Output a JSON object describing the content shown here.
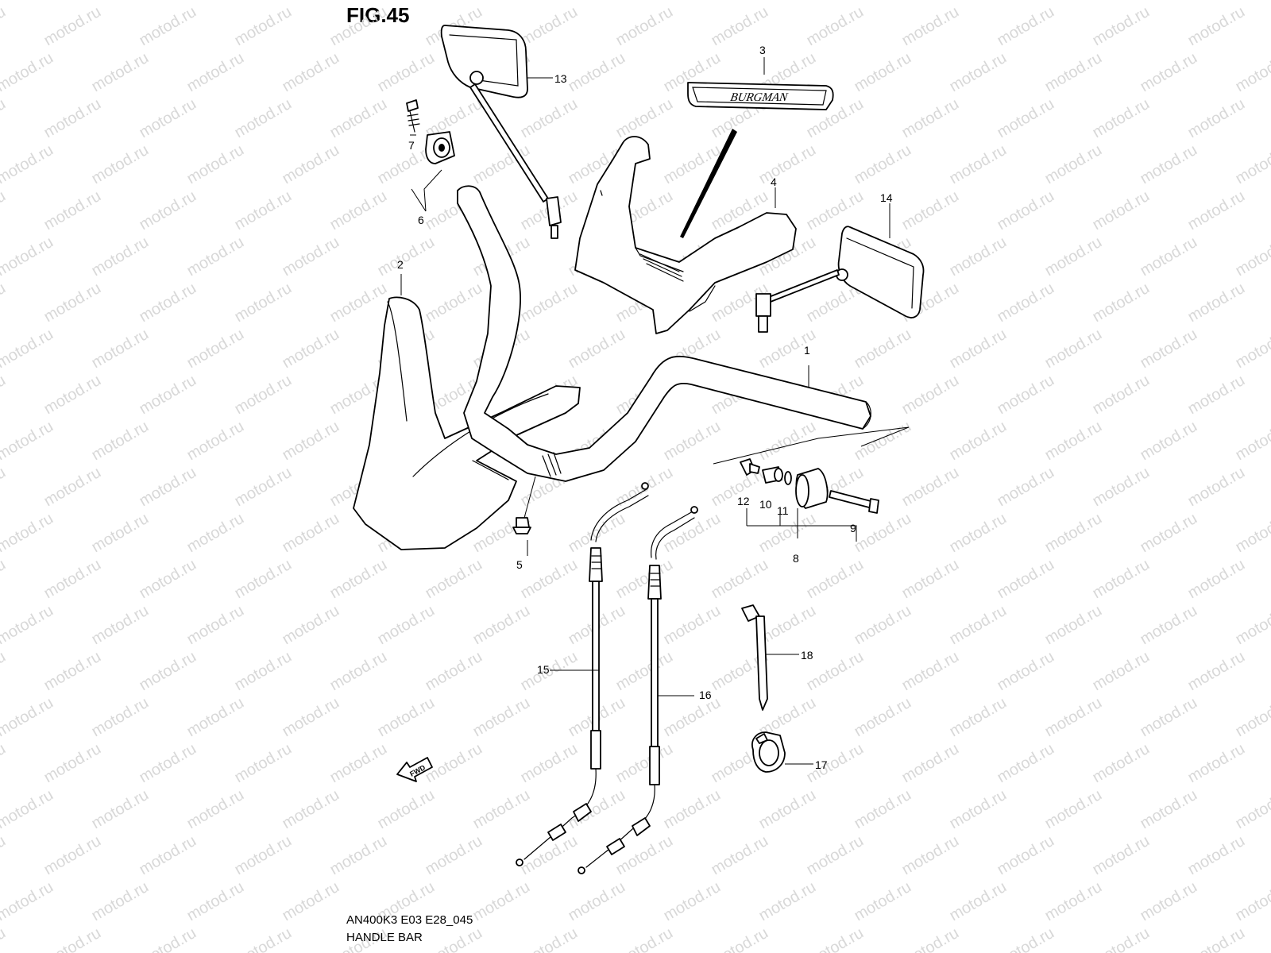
{
  "figure": {
    "title": "FIG.45",
    "code": "AN400K3 E03 E28_045",
    "description": "HANDLE BAR"
  },
  "watermark": {
    "text": "motod.ru"
  },
  "emblem": {
    "text": "BURGMAN"
  },
  "direction_marker": {
    "text": "FWD"
  },
  "callouts": [
    {
      "id": "c1",
      "label": "1"
    },
    {
      "id": "c2",
      "label": "2"
    },
    {
      "id": "c3",
      "label": "3"
    },
    {
      "id": "c4",
      "label": "4"
    },
    {
      "id": "c5",
      "label": "5"
    },
    {
      "id": "c6",
      "label": "6"
    },
    {
      "id": "c7",
      "label": "7"
    },
    {
      "id": "c8",
      "label": "8"
    },
    {
      "id": "c9",
      "label": "9"
    },
    {
      "id": "c10",
      "label": "10"
    },
    {
      "id": "c11",
      "label": "11"
    },
    {
      "id": "c12",
      "label": "12"
    },
    {
      "id": "c13",
      "label": "13"
    },
    {
      "id": "c14",
      "label": "14"
    },
    {
      "id": "c15",
      "label": "15"
    },
    {
      "id": "c16",
      "label": "16"
    },
    {
      "id": "c17",
      "label": "17"
    },
    {
      "id": "c18",
      "label": "18"
    }
  ],
  "colors": {
    "line": "#000000",
    "background": "#ffffff",
    "watermark": "#d8d8d8"
  }
}
